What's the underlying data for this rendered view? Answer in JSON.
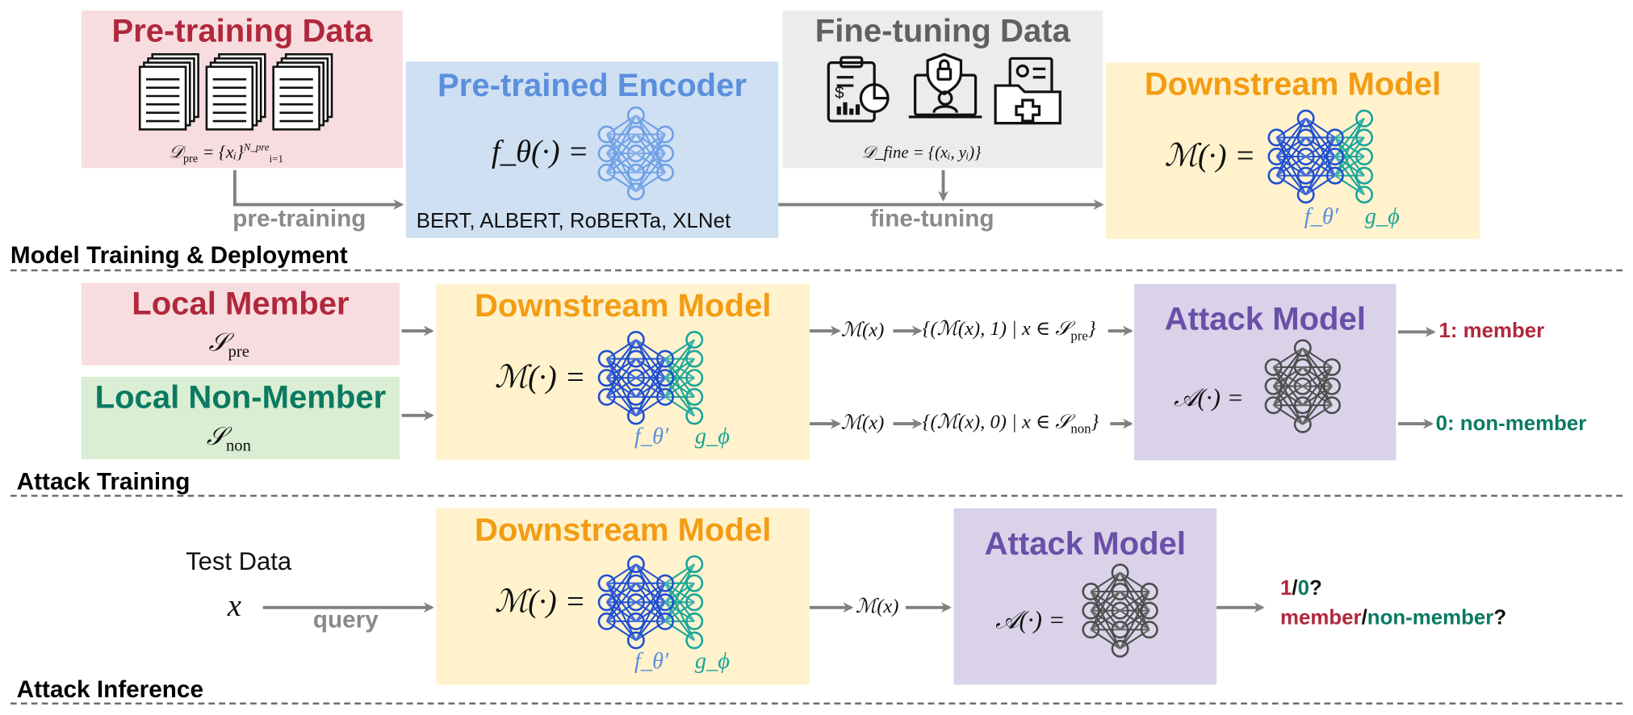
{
  "sections": {
    "training": "Model Training & Deployment",
    "attack_training": "Attack Training",
    "attack_inference": "Attack Inference"
  },
  "pretraining_data": {
    "title": "Pre-training Data",
    "formula_lhs": "𝒟",
    "formula_sub": "pre",
    "formula_rhs": "= {xᵢ}",
    "formula_sup": "N_pre",
    "formula_idx": "i=1"
  },
  "encoder": {
    "title": "Pre-trained Encoder",
    "formula": "f_θ(·) =",
    "models": "BERT, ALBERT, RoBERTa, XLNet"
  },
  "finetuning_data": {
    "title": "Fine-tuning Data",
    "formula": "𝒟_fine = {(xᵢ, yᵢ)}"
  },
  "downstream": {
    "title": "Downstream Model",
    "formula": "ℳ(·) =",
    "f_label": "f_θ′",
    "g_label": "g_ϕ"
  },
  "arrows": {
    "pretraining": "pre-training",
    "finetuning": "fine-tuning",
    "query": "query"
  },
  "local_member": {
    "title": "Local Member",
    "set": "𝒮",
    "set_sub": "pre"
  },
  "local_nonmember": {
    "title": "Local Non-Member",
    "set": "𝒮",
    "set_sub": "non"
  },
  "flow_member": {
    "mx": "ℳ(x)",
    "set": "{(ℳ(x), 1) | x ∈ 𝒮",
    "sub": "pre"
  },
  "flow_nonmember": {
    "mx": "ℳ(x)",
    "set": "{(ℳ(x), 0) | x ∈ 𝒮",
    "sub": "non"
  },
  "attack": {
    "title": "Attack Model",
    "formula": "𝒜(·) ="
  },
  "outputs": {
    "member": "1: member",
    "nonmember": "0: non-member",
    "q_one": "1",
    "q_slash": "/",
    "q_zero": "0",
    "q_mark": "?",
    "q_member": "member",
    "q_nonmember": "non-member"
  },
  "test": {
    "title": "Test Data",
    "var": "x",
    "mx": "ℳ(x)"
  },
  "colors": {
    "pink_bg": "#f8dde0",
    "green_bg": "#d9eed2",
    "blue_bg": "#cfe0f2",
    "gray_bg": "#ececec",
    "yellow_bg": "#fff2cc",
    "purple_bg": "#d9d2e9",
    "red": "#b0283c",
    "green": "#0b7a62",
    "blue": "#5b8fde",
    "orange": "#f39c12",
    "gray_title": "#606060",
    "purple": "#6a4fa8"
  }
}
